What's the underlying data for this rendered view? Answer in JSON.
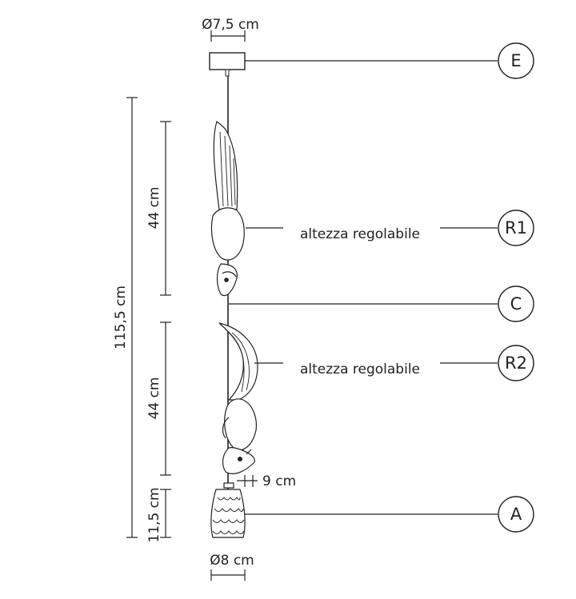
{
  "dimensions": {
    "canopy_diameter": "Ø7,5 cm",
    "total_height": "115,5 cm",
    "upper_section": "44 cm",
    "lower_section": "44 cm",
    "shade_height": "11,5 cm",
    "figure_depth": "9 cm",
    "shade_diameter": "Ø8 cm"
  },
  "notes": {
    "r1": "altezza regolabile",
    "r2": "altezza regolabile"
  },
  "callouts": {
    "e": "E",
    "r1": "R1",
    "c": "C",
    "r2": "R2",
    "a": "A"
  },
  "colors": {
    "line": "#222222",
    "figure_fill": "#ffffff"
  }
}
